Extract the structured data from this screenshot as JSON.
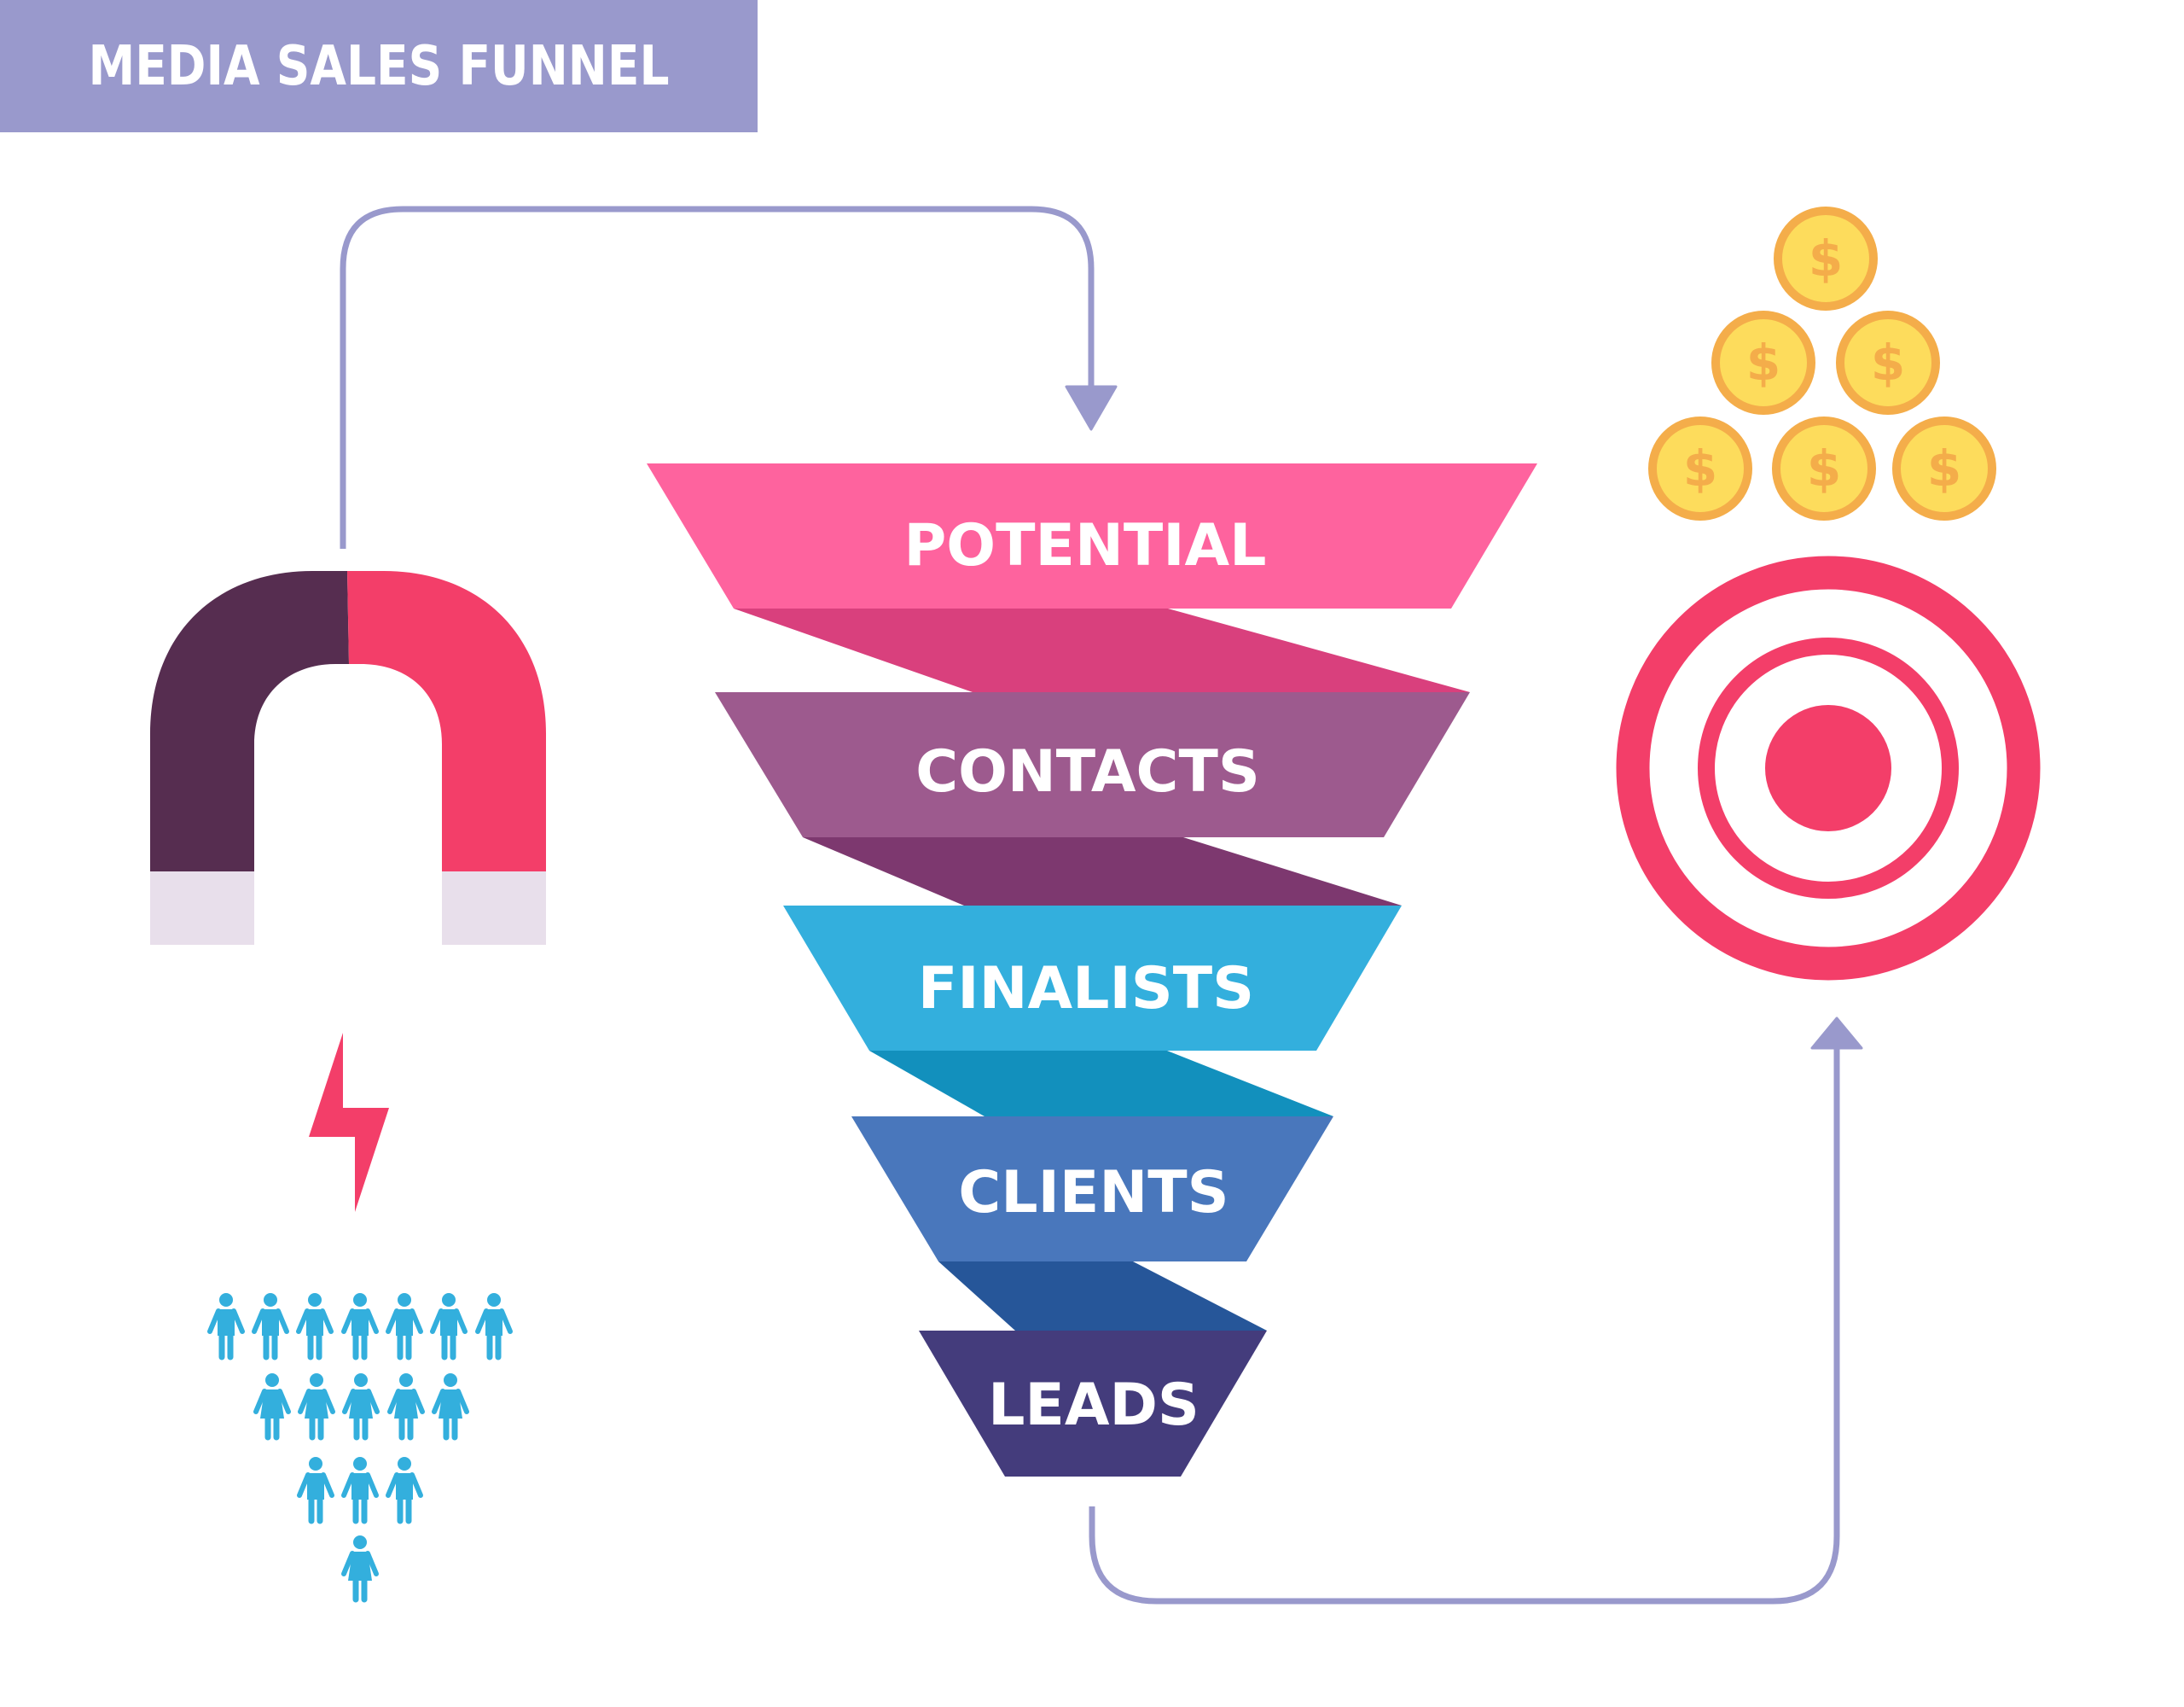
{
  "title": "MEDIA SALES FUNNEL",
  "colors": {
    "banner": "#9999cc",
    "connector": "#9999cc",
    "magnet_dark": "#562d50",
    "magnet_red": "#f33e69",
    "magnet_caps": "#e8dfeb",
    "lightning": "#f33e69",
    "people": "#33afdd",
    "coin_fill": "#fddc5c",
    "coin_ring": "#f4ad4a",
    "target": "#f33e69"
  },
  "funnel": {
    "stages": [
      {
        "label": "POTENTIAL",
        "color": "#fe639e",
        "shadow": "#d9407d"
      },
      {
        "label": "CONTACTS",
        "color": "#9d5a8e",
        "shadow": "#7d386f"
      },
      {
        "label": "FINALISTS",
        "color": "#33afdd",
        "shadow": "#1290bd"
      },
      {
        "label": "CLIENTS",
        "color": "#4977bc",
        "shadow": "#265699"
      },
      {
        "label": "LEADS",
        "color": "#443c7c",
        "shadow": null
      }
    ]
  },
  "people": {
    "rows": [
      [
        "man",
        "man",
        "man",
        "man",
        "man",
        "man",
        "man"
      ],
      [
        "woman",
        "woman",
        "woman",
        "woman",
        "woman"
      ],
      [
        "man",
        "man",
        "man"
      ],
      [
        "woman"
      ]
    ]
  },
  "coins": {
    "count": 6,
    "symbol": "$"
  },
  "icons": {
    "magnet": "magnet-icon",
    "lightning": "lightning-icon",
    "target": "target-icon",
    "coin": "coin-icon",
    "person": "person-icon"
  }
}
